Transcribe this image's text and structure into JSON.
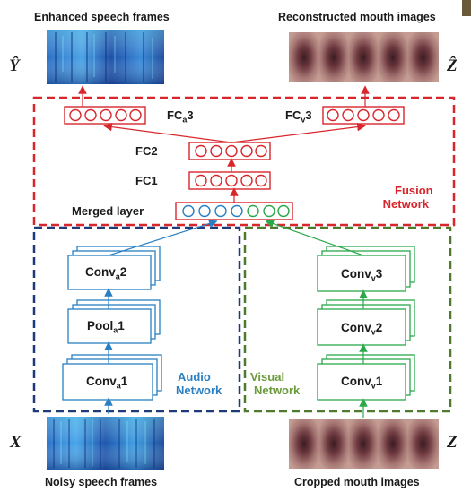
{
  "captions": {
    "enhanced": "Enhanced speech frames",
    "reconstructed": "Reconstructed mouth images",
    "noisy": "Noisy speech frames",
    "cropped": "Cropped mouth images"
  },
  "symbols": {
    "y_hat": "Ŷ",
    "z_hat": "Ẑ",
    "x": "X",
    "z": "Z"
  },
  "fusion": {
    "title_line1": "Fusion",
    "title_line2": "Network",
    "fca3_base": "FC",
    "fca3_sub": "a",
    "fca3_num": "3",
    "fcv3_base": "FC",
    "fcv3_sub": "v",
    "fcv3_num": "3",
    "fc2": "FC2",
    "fc1": "FC1",
    "merged": "Merged layer"
  },
  "audio": {
    "title_line1": "Audio",
    "title_line2": "Network",
    "conv2_base": "Conv",
    "conv2_sub": "a",
    "conv2_num": "2",
    "pool1_base": "Pool",
    "pool1_sub": "a",
    "pool1_num": "1",
    "conv1_base": "Conv",
    "conv1_sub": "a",
    "conv1_num": "1"
  },
  "visual": {
    "title_line1": "Visual",
    "title_line2": "Network",
    "conv3_base": "Conv",
    "conv3_sub": "v",
    "conv3_num": "3",
    "conv2_base": "Conv",
    "conv2_sub": "v",
    "conv2_num": "2",
    "conv1_base": "Conv",
    "conv1_sub": "v",
    "conv1_num": "1"
  },
  "colors": {
    "fusion": "#d9262c",
    "audio": "#2a7fc2",
    "audio_frame": "#1f3a7a",
    "visual": "#2aa84a",
    "visual_frame": "#4e7a2e",
    "merged_audio_nodes": "#2a7fc2",
    "merged_visual_nodes": "#2aa84a"
  }
}
